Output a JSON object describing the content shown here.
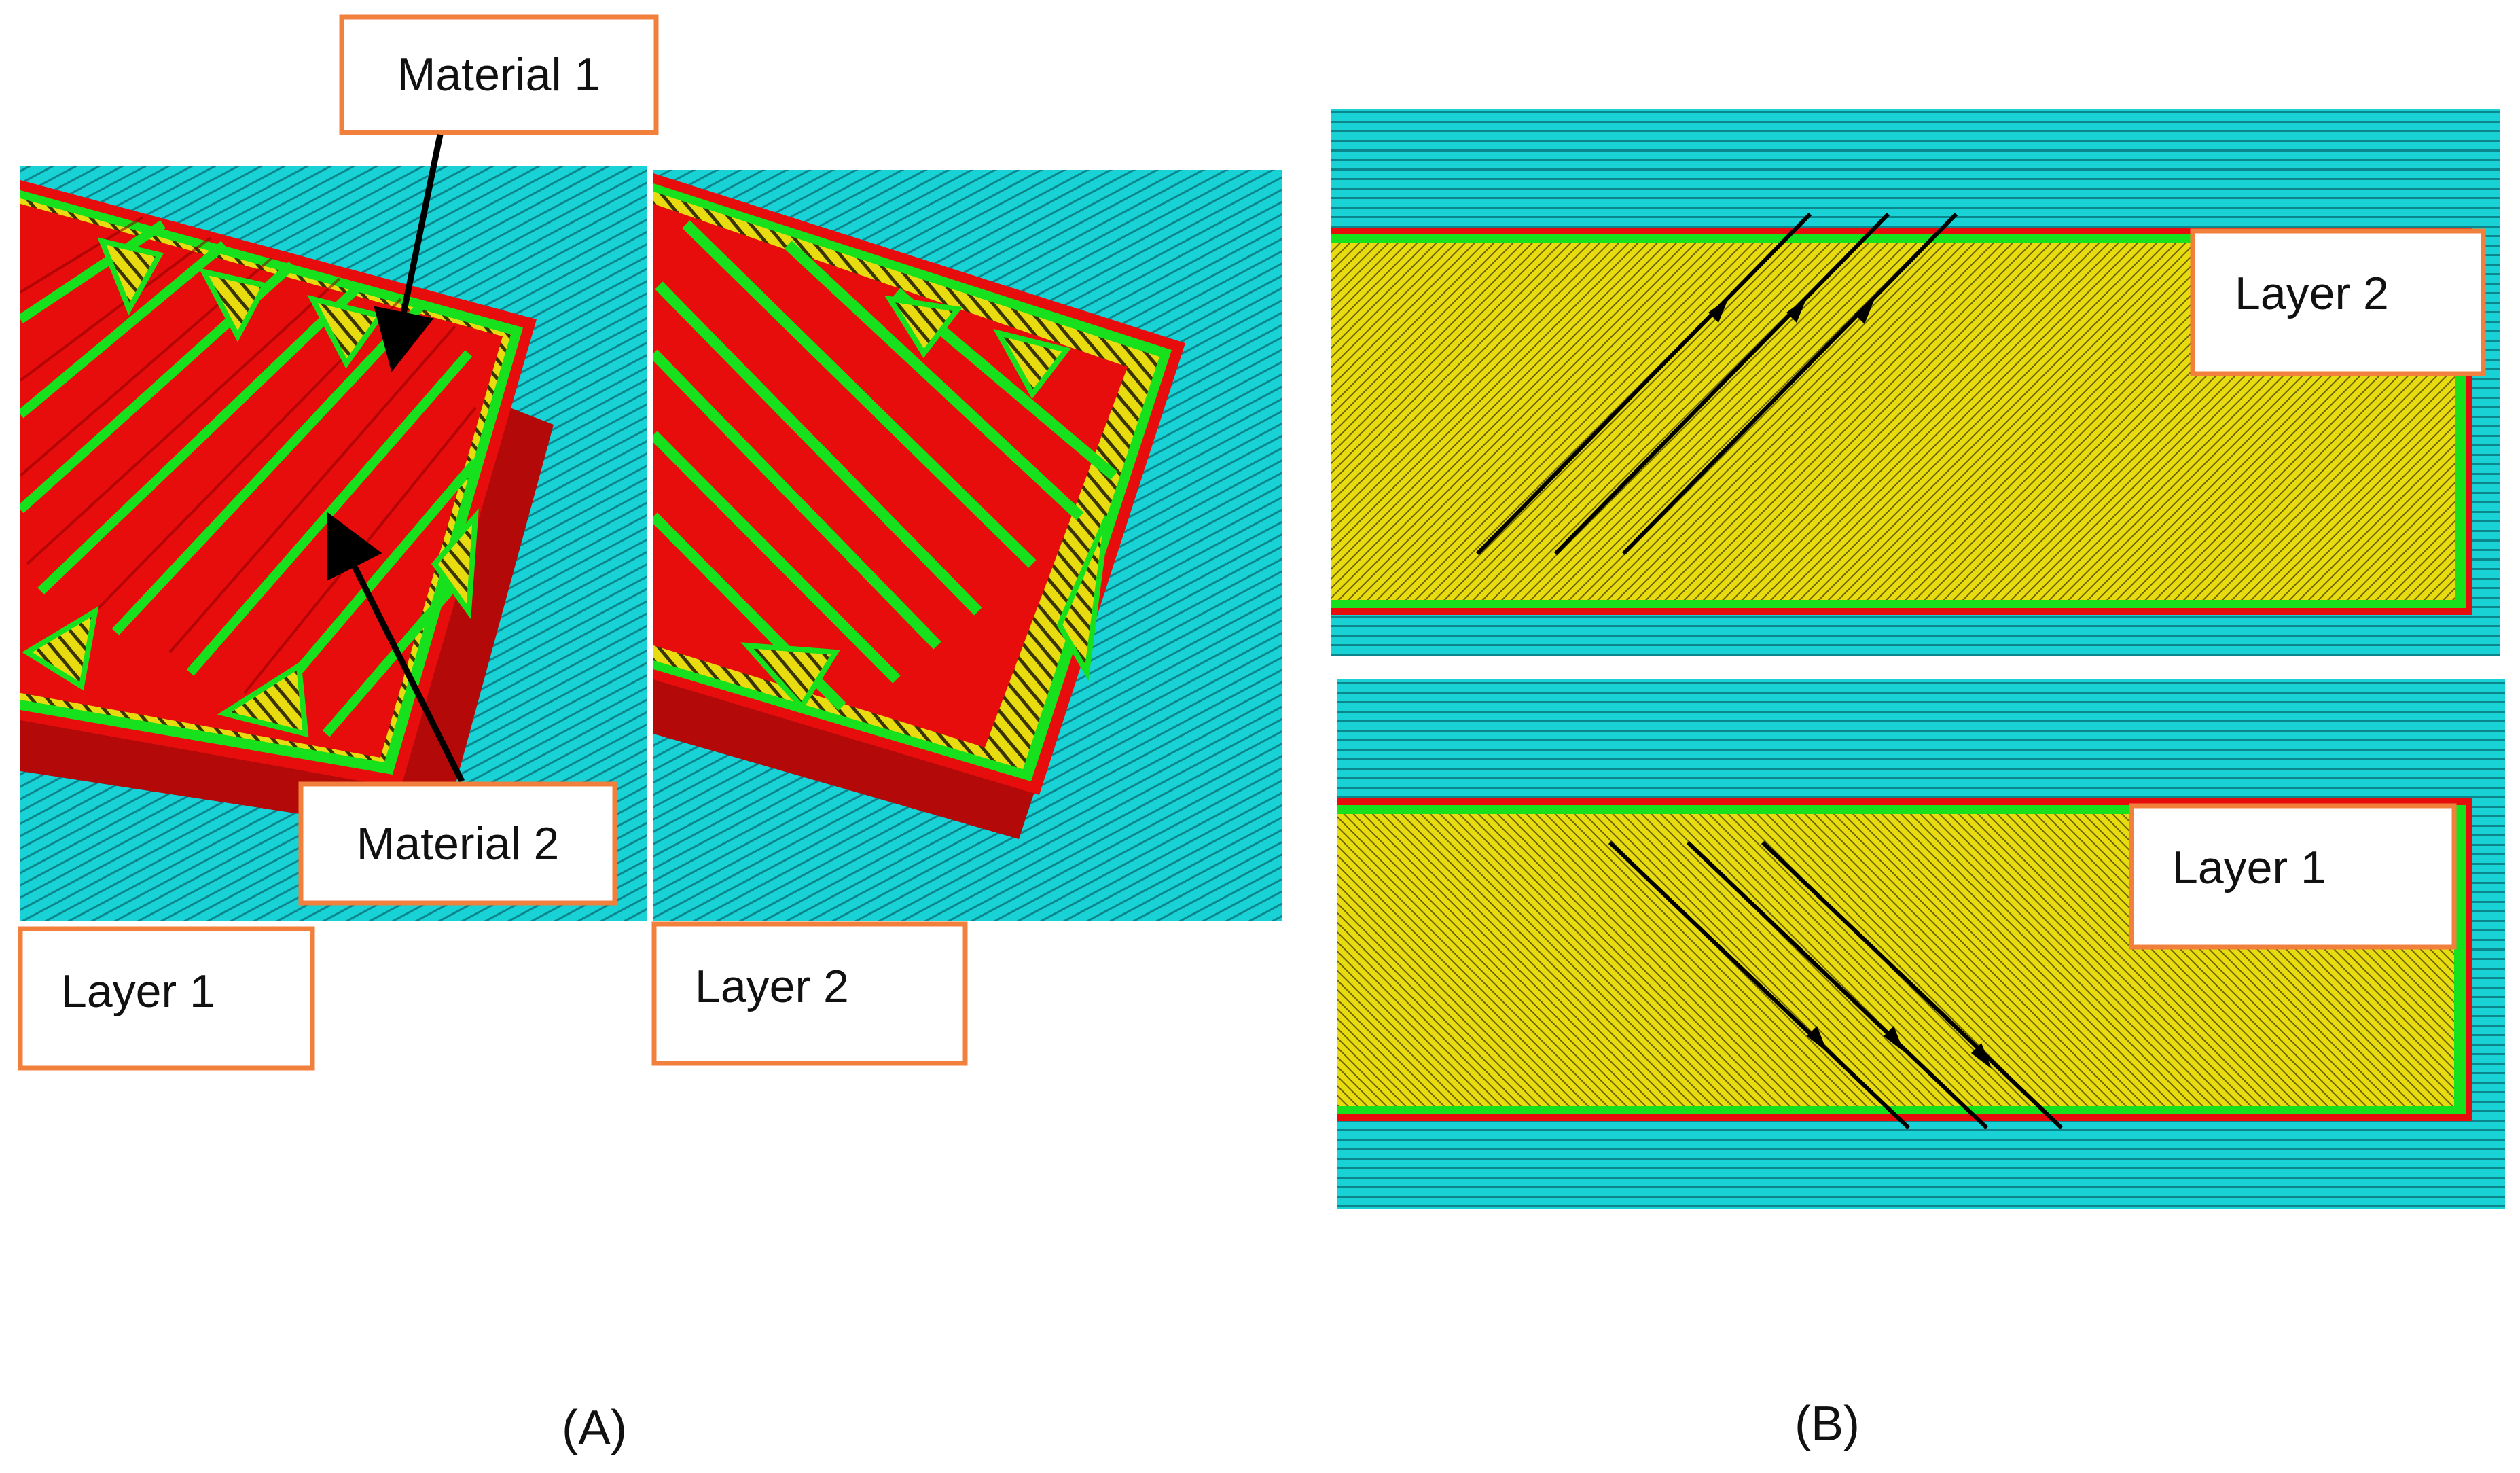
{
  "figure": {
    "panel_a": {
      "caption": "(A)",
      "callout_material_1": "Material 1",
      "callout_material_2": "Material 2",
      "label_left": "Layer 1",
      "label_right": "Layer 2"
    },
    "panel_b": {
      "caption": "(B)",
      "label_top": "Layer 2",
      "label_bottom": "Layer 1"
    },
    "colors": {
      "skirt_cyan": "#19d2d6",
      "skirt_line": "#0a7f86",
      "infill_yellow": "#e8dc10",
      "infill_line": "#6b6500",
      "wall_red": "#e80d0d",
      "wall_green": "#17e01c",
      "arrow": "#000000",
      "callout_border": "#f0803c"
    }
  }
}
